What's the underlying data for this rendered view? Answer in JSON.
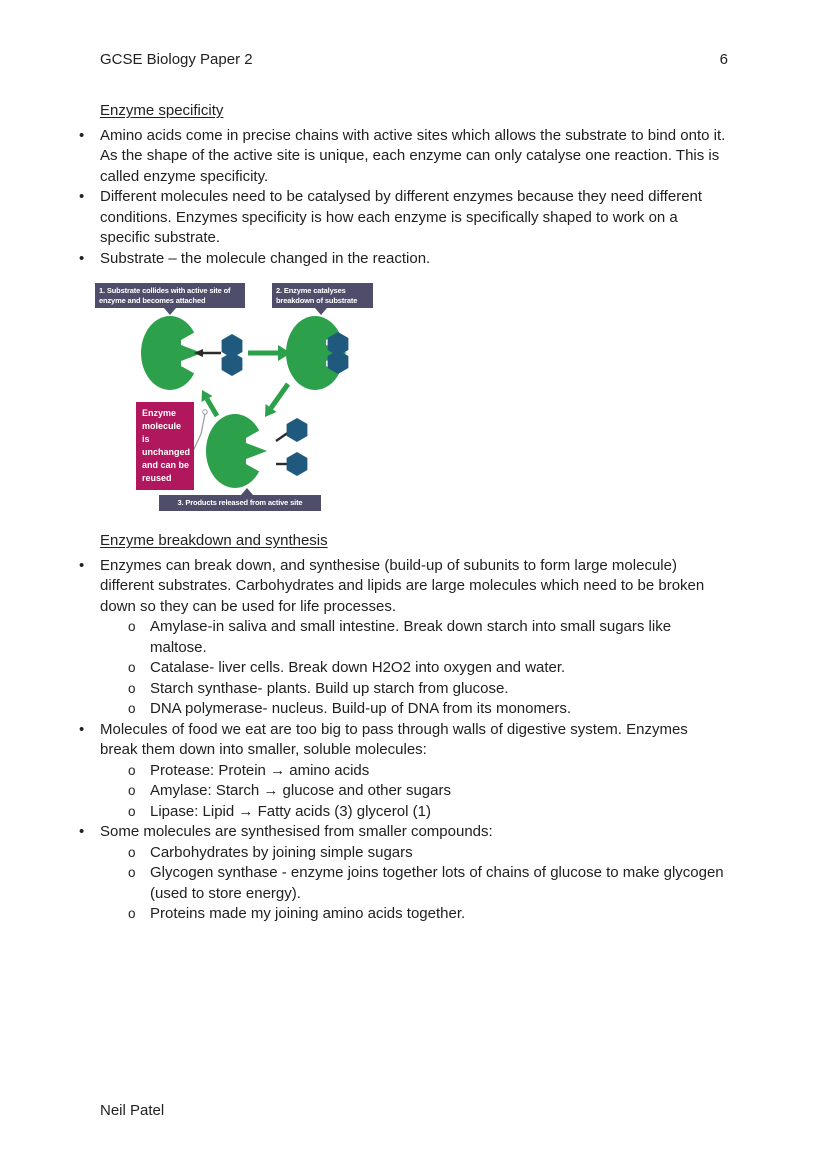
{
  "header": {
    "title": "GCSE Biology Paper 2",
    "page_number": "6"
  },
  "footer": {
    "author": "Neil Patel"
  },
  "section1": {
    "heading": "Enzyme specificity",
    "bullets": [
      "Amino acids come in precise chains with active sites which allows the substrate to bind onto it. As the shape of the active site is unique, each enzyme can only catalyse one reaction. This is called enzyme specificity.",
      "Different molecules need to be catalysed by different enzymes because they need different conditions. Enzymes specificity is how each enzyme is specifically shaped to work on a specific substrate.",
      "Substrate – the molecule changed in the reaction."
    ]
  },
  "diagram": {
    "step1_label": "1. Substrate collides with active site of enzyme and becomes attached",
    "step2_label": "2. Enzyme catalyses breakdown of substrate",
    "step3_label": "3. Products released from active site",
    "callout": "Enzyme molecule is unchanged and can be reused",
    "colors": {
      "enzyme_green": "#2da04b",
      "substrate_blue": "#1f5a7e",
      "step_label_bg": "#4e4e6a",
      "callout_bg": "#b0175c",
      "arrow_black": "#2b2b2b",
      "connector_gray": "#9a9a9a"
    }
  },
  "section2": {
    "heading": "Enzyme breakdown and synthesis",
    "items": [
      {
        "text": "Enzymes can break down, and synthesise (build-up of subunits to form large molecule) different substrates. Carbohydrates and lipids are large molecules which need to be broken down so they can be used for life processes.",
        "subs": [
          "Amylase-in saliva and small intestine. Break down starch into small sugars like maltose.",
          "Catalase- liver cells. Break down H2O2 into oxygen and water.",
          "Starch synthase- plants. Build up starch from glucose.",
          "DNA polymerase- nucleus. Build-up of DNA from its monomers."
        ]
      },
      {
        "text": "Molecules of food we eat are too big to pass through walls of digestive system. Enzymes break them down into smaller, soluble molecules:",
        "subs": [
          "Protease: Protein → amino acids",
          "Amylase: Starch → glucose and other sugars",
          "Lipase: Lipid → Fatty acids (3) glycerol (1)"
        ]
      },
      {
        "text": "Some molecules are synthesised from smaller compounds:",
        "subs": [
          "Carbohydrates by joining simple sugars",
          "Glycogen synthase - enzyme joins together lots of chains of glucose to make glycogen (used to store energy).",
          "Proteins made my joining amino acids together."
        ]
      }
    ]
  }
}
